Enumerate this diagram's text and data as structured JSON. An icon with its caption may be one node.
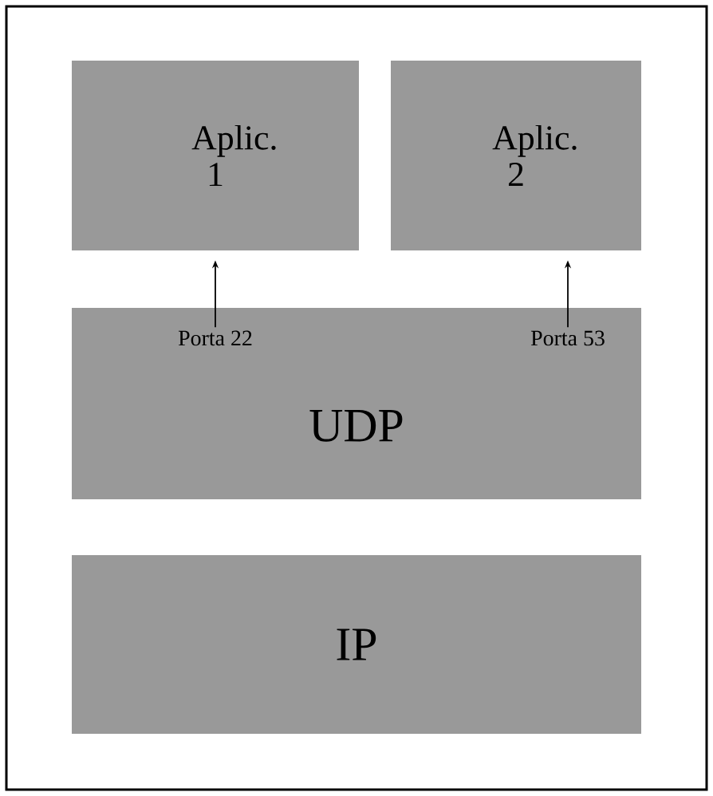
{
  "diagram": {
    "nodes": [
      {
        "text": [
          "Aplic. 1"
        ]
      },
      {
        "text": [
          "Aplic. 2"
        ]
      },
      {
        "text": [
          "UDP"
        ]
      },
      {
        "text": [
          "Porta 22"
        ],
        "in": 2
      },
      {
        "text": [
          "Porta 53"
        ],
        "in": 2
      },
      {
        "text": [
          "IP"
        ]
      }
    ],
    "edges": [
      {
        "from": 3,
        "to": 0,
        "arrow": "to"
      },
      {
        "from": 4,
        "to": 1,
        "arrow": "to"
      }
    ]
  }
}
